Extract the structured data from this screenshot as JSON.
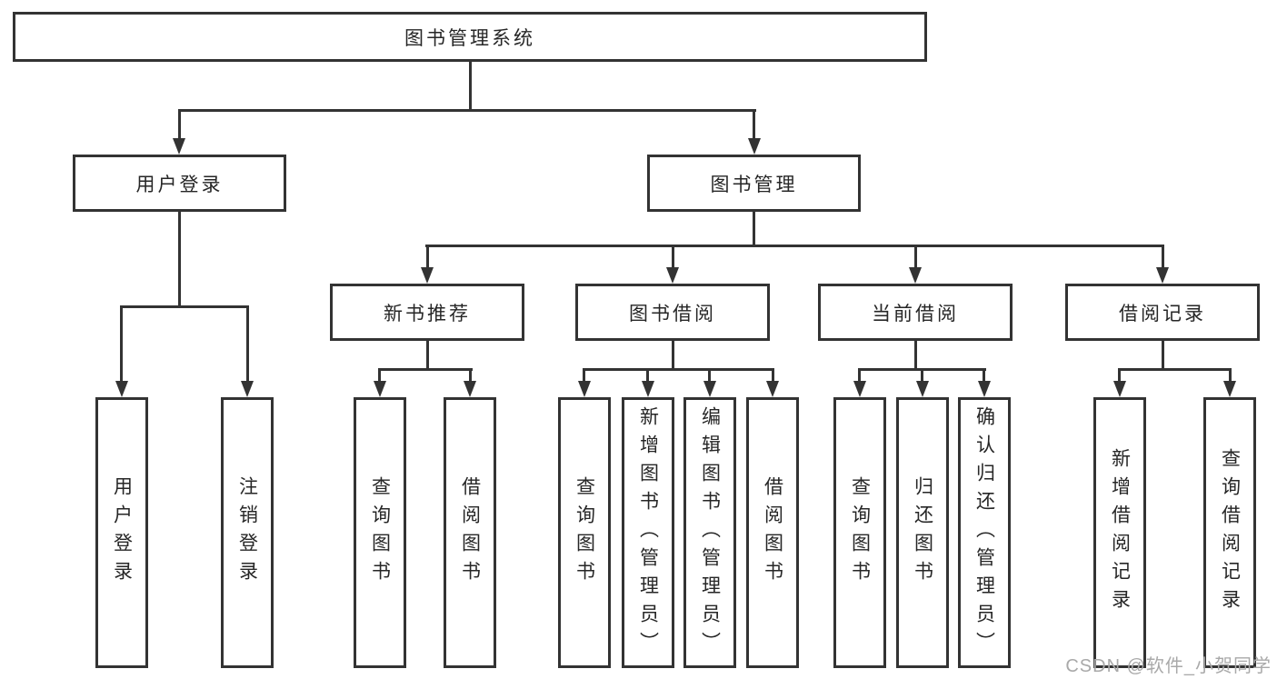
{
  "diagram": {
    "title_node": {
      "label": "图书管理系统"
    },
    "level2": [
      {
        "label": "用户登录"
      },
      {
        "label": "图书管理"
      }
    ],
    "level3": [
      {
        "label": "新书推荐",
        "parent": "图书管理"
      },
      {
        "label": "图书借阅",
        "parent": "图书管理"
      },
      {
        "label": "当前借阅",
        "parent": "图书管理"
      },
      {
        "label": "借阅记录",
        "parent": "图书管理"
      }
    ],
    "leaves": [
      {
        "label": "用户登录",
        "parent": "用户登录"
      },
      {
        "label": "注销登录",
        "parent": "用户登录"
      },
      {
        "label": "查询图书",
        "parent": "新书推荐"
      },
      {
        "label": "借阅图书",
        "parent": "新书推荐"
      },
      {
        "label": "查询图书",
        "parent": "图书借阅"
      },
      {
        "label": "新增图书（管理员）",
        "parent": "图书借阅"
      },
      {
        "label": "编辑图书（管理员）",
        "parent": "图书借阅"
      },
      {
        "label": "借阅图书",
        "parent": "图书借阅"
      },
      {
        "label": "查询图书",
        "parent": "当前借阅"
      },
      {
        "label": "归还图书",
        "parent": "当前借阅"
      },
      {
        "label": "确认归还（管理员）",
        "parent": "当前借阅"
      },
      {
        "label": "新增借阅记录",
        "parent": "借阅记录"
      },
      {
        "label": "查询借阅记录",
        "parent": "借阅记录"
      }
    ]
  },
  "watermark": {
    "text": "CSDN @软件_小贺同学"
  },
  "colors": {
    "line": "#333333",
    "box_border": "#333333",
    "box_fill": "#ffffff",
    "text": "#262626",
    "watermark": "#a9a9a9",
    "background": "#ffffff"
  }
}
